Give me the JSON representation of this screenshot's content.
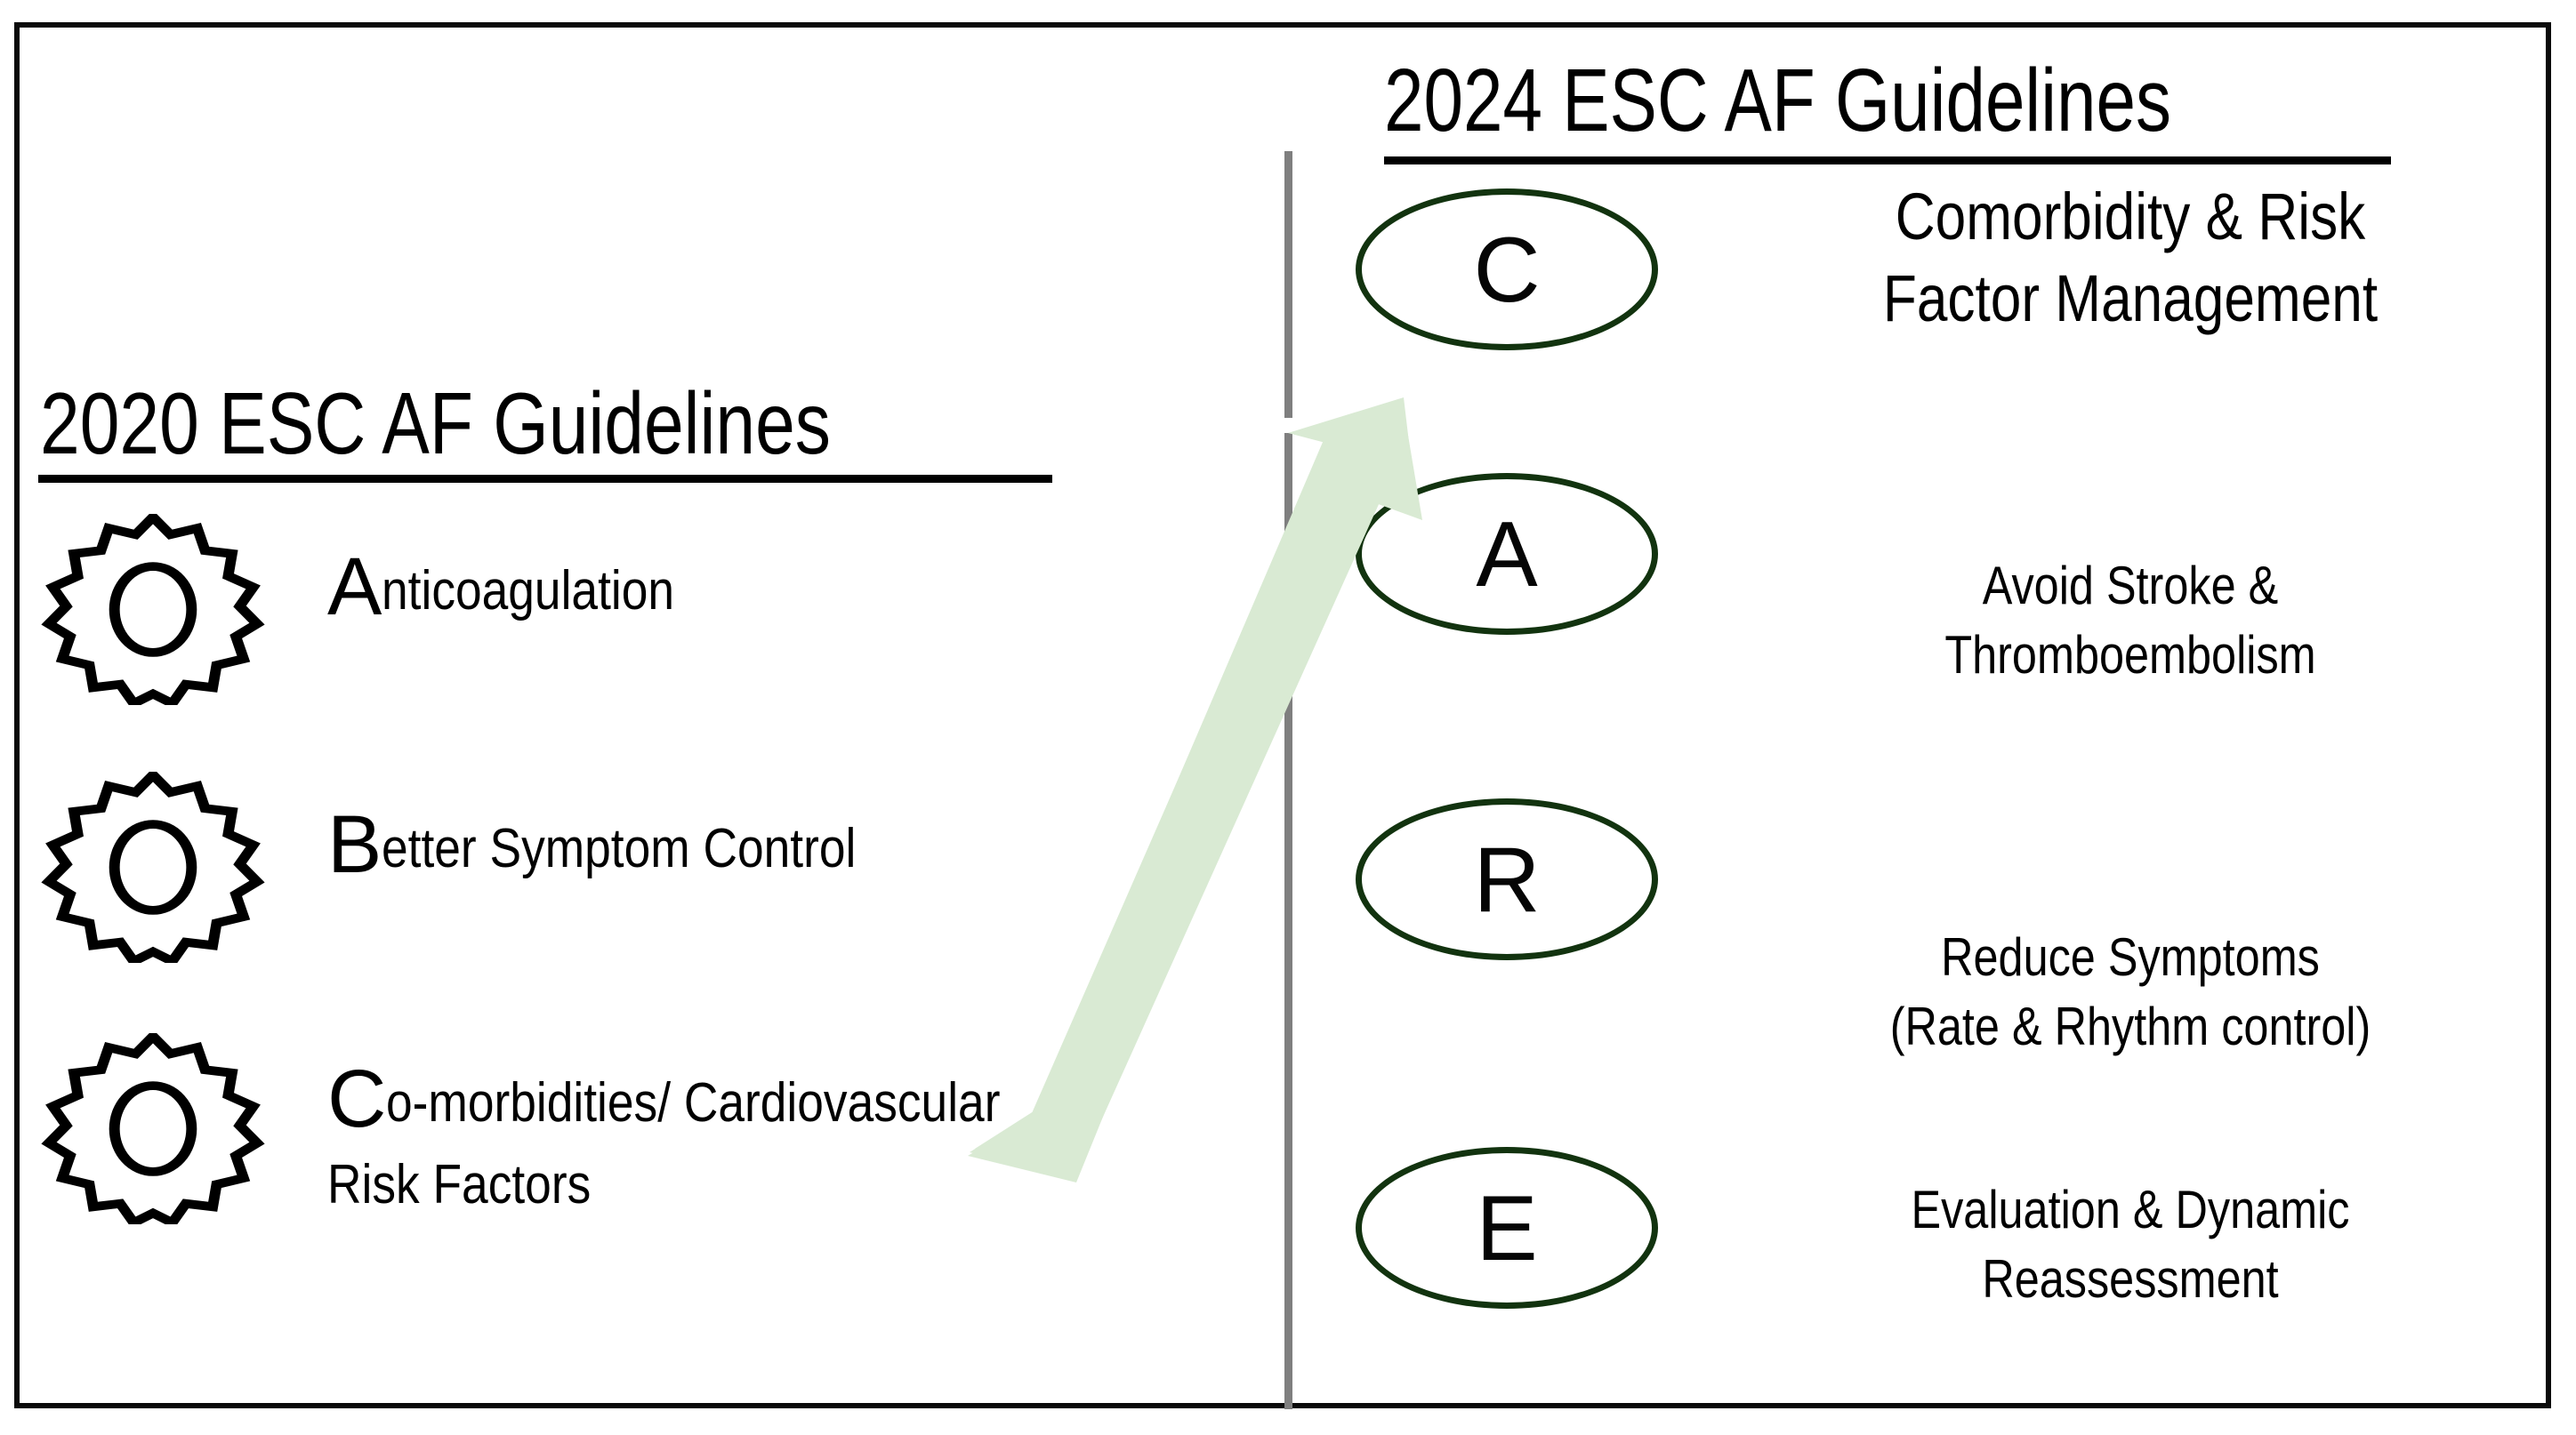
{
  "figure": {
    "kind": "comparison-diagram",
    "border_color": "#0a0a0a",
    "divider_color": "#7f7f7f",
    "oval_color": "#12330f",
    "arrow_color": "#d9ead3"
  },
  "left": {
    "title": "2020 ESC AF Guidelines",
    "items": [
      {
        "initial": "A",
        "rest": "nticoagulation",
        "icon": "gear-icon"
      },
      {
        "initial": "B",
        "rest": "etter Symptom Control",
        "icon": "gear-icon"
      },
      {
        "initial": "C",
        "rest": "o-morbidities/ Cardiovascular",
        "rest2": "Risk Factors",
        "icon": "gear-icon"
      }
    ]
  },
  "right": {
    "title": "2024 ESC AF Guidelines",
    "items": [
      {
        "letter": "C",
        "line1": "Comorbidity & Risk",
        "line2": "Factor Management"
      },
      {
        "letter": "A",
        "line1": "Avoid Stroke &",
        "line2": "Thromboembolism"
      },
      {
        "letter": "R",
        "line1": "Reduce Symptoms",
        "line2": "(Rate & Rhythm control)"
      },
      {
        "letter": "E",
        "line1": "Evaluation & Dynamic",
        "line2": "Reassessment"
      }
    ]
  },
  "arrow": {
    "name": "evolution-arrow",
    "direction": "up-right"
  }
}
